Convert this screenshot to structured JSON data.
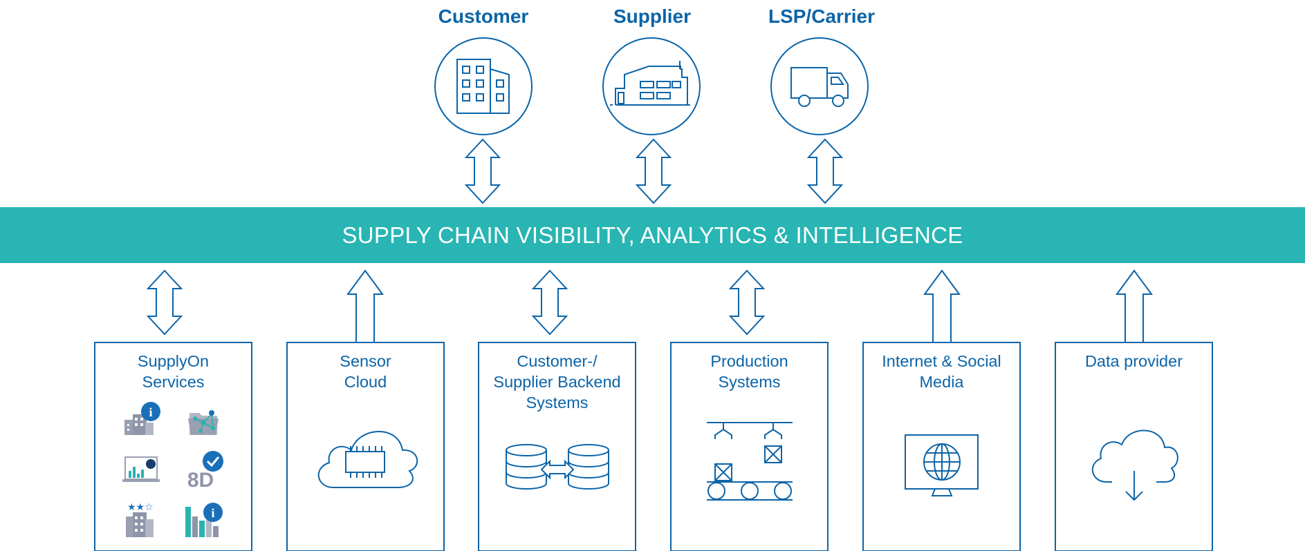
{
  "parties": [
    {
      "title": "Customer",
      "icon": "office-building-icon"
    },
    {
      "title": "Supplier",
      "icon": "factory-icon"
    },
    {
      "title": "LSP/Carrier",
      "icon": "truck-icon"
    }
  ],
  "banner": {
    "text": "SUPPLY CHAIN VISIBILITY, ANALYTICS & INTELLIGENCE"
  },
  "sources": [
    {
      "label_lines": [
        "SupplyOn",
        "Services"
      ],
      "arrow": "bidirectional",
      "icon": "supplyon-services-icons"
    },
    {
      "label_lines": [
        "Sensor",
        "Cloud"
      ],
      "arrow": "up",
      "icon": "cloud-chip-icon"
    },
    {
      "label_lines": [
        "Customer-/",
        "Supplier Backend",
        "Systems"
      ],
      "arrow": "bidirectional",
      "icon": "database-exchange-icon"
    },
    {
      "label_lines": [
        "Production",
        "Systems"
      ],
      "arrow": "bidirectional",
      "icon": "production-line-icon"
    },
    {
      "label_lines": [
        "Internet & Social",
        "Media"
      ],
      "arrow": "up",
      "icon": "globe-monitor-icon"
    },
    {
      "label_lines": [
        "Data provider"
      ],
      "arrow": "up",
      "icon": "cloud-download-icon"
    }
  ],
  "colors": {
    "primary": "#0b64a8",
    "banner": "#28b5b3",
    "icon_gray": "#8f95a8",
    "icon_teal": "#2ab3b1",
    "badge_blue": "#1a6fb8"
  }
}
